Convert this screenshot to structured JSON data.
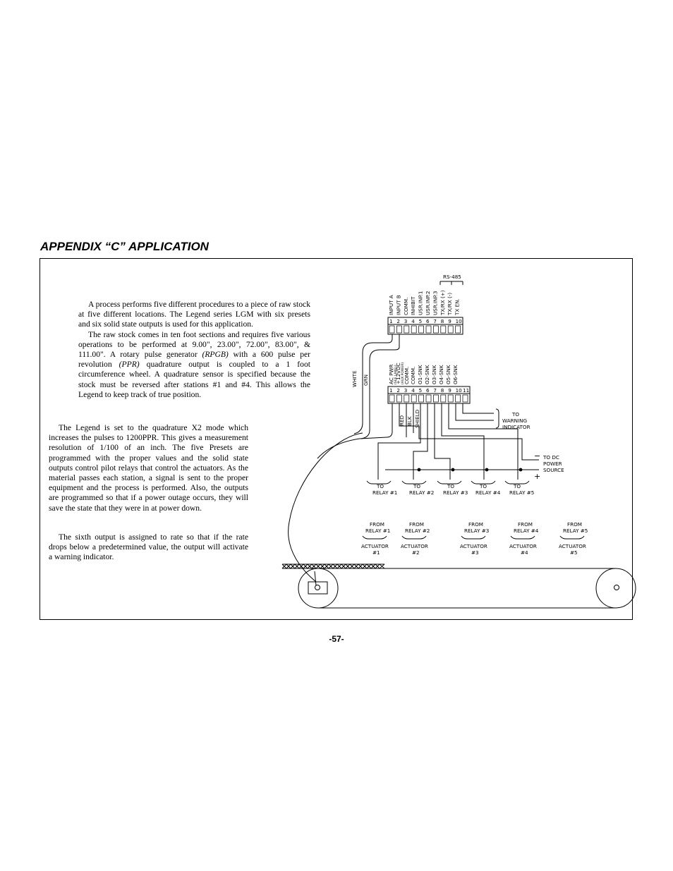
{
  "header": {
    "title": "APPENDIX “C” APPLICATION"
  },
  "text": {
    "para1": "A process performs five different procedures to a piece of raw stock at five different locations. The Legend series LGM with six presets and six solid state outputs is used for this application.",
    "para2_a": "The raw stock comes in ten foot sections and requires five various operations to be performed at 9.00\", 23.00\", 72.00\", 83.00\", & 111.00\". A rotary pulse generator ",
    "para2_rpgb": "(RPGB)",
    "para2_b": " with a 600 pulse per revolution ",
    "para2_ppr": "(PPR)",
    "para2_c": " quadrature output is coupled to a 1 foot circumference wheel. A quadrature sensor is specified because the stock must be reversed after stations #1 and #4. This allows the Legend to keep track of true position.",
    "para3": "The Legend is set to the quadrature X2 mode which increases the pulses to 1200PPR. This gives a measurement resolution of 1/100 of an inch. The five Presets are programmed with the proper values and the solid state outputs control pilot relays that control the actuators. As the material passes each station, a signal is sent to the proper equipment and the process is performed. Also, the outputs are programmed so that if a power outage occurs, they will save the state that they were in at power down.",
    "para4": "The sixth output is assigned to rate so that if the rate drops below a predetermined value, the output will activate a warning indicator."
  },
  "diagram": {
    "top_terminal": {
      "labels": [
        "INPUT A",
        "INPUT B",
        "COMM.",
        "INHIBIT",
        "USR.INP.1",
        "USR.INP.2",
        "USR.INP.3",
        "TX/RX (+)",
        "TX/RX (-)",
        "TX EN."
      ],
      "pins": [
        "1",
        "2",
        "3",
        "4",
        "5",
        "6",
        "7",
        "8",
        "9",
        "10"
      ],
      "bus_label": "RS-485"
    },
    "bottom_terminal": {
      "labels": [
        "AC PWR",
        "(SEE LABEL)",
        "+12VDC",
        "(AUX POWER)",
        "COMM.",
        "COMM.",
        "O1-SNK",
        "O2-SNK",
        "O3-SNK",
        "O4-SNK",
        "O5-SNK",
        "O6-SNK"
      ],
      "pins": [
        "1",
        "2",
        "3",
        "4",
        "5",
        "6",
        "7",
        "8",
        "9",
        "10",
        "11"
      ]
    },
    "wire_labels": {
      "white": "WHITE",
      "grn": "GRN",
      "red": "RED",
      "blk": "BLK",
      "shield": "SHIELD"
    },
    "warning": [
      "TO",
      "WARNING",
      "INDICATOR"
    ],
    "dc_power": [
      "TO DC",
      "POWER",
      "SOURCE"
    ],
    "dc_minus": "−",
    "dc_plus": "+",
    "relays": [
      {
        "to": "TO",
        "label": "RELAY #1"
      },
      {
        "to": "TO",
        "label": "RELAY #2"
      },
      {
        "to": "TO",
        "label": "RELAY #3"
      },
      {
        "to": "TO",
        "label": "RELAY #4"
      },
      {
        "to": "TO",
        "label": "RELAY #5"
      }
    ],
    "actuators": [
      {
        "from": "FROM",
        "relay": "RELAY #1",
        "name": "ACTUATOR",
        "num": "#1"
      },
      {
        "from": "FROM",
        "relay": "RELAY #2",
        "name": "ACTUATOR",
        "num": "#2"
      },
      {
        "from": "FROM",
        "relay": "RELAY #3",
        "name": "ACTUATOR",
        "num": "#3"
      },
      {
        "from": "FROM",
        "relay": "RELAY #4",
        "name": "ACTUATOR",
        "num": "#4"
      },
      {
        "from": "FROM",
        "relay": "RELAY #5",
        "name": "ACTUATOR",
        "num": "#5"
      }
    ]
  },
  "footer": {
    "page_number": "-57-"
  }
}
